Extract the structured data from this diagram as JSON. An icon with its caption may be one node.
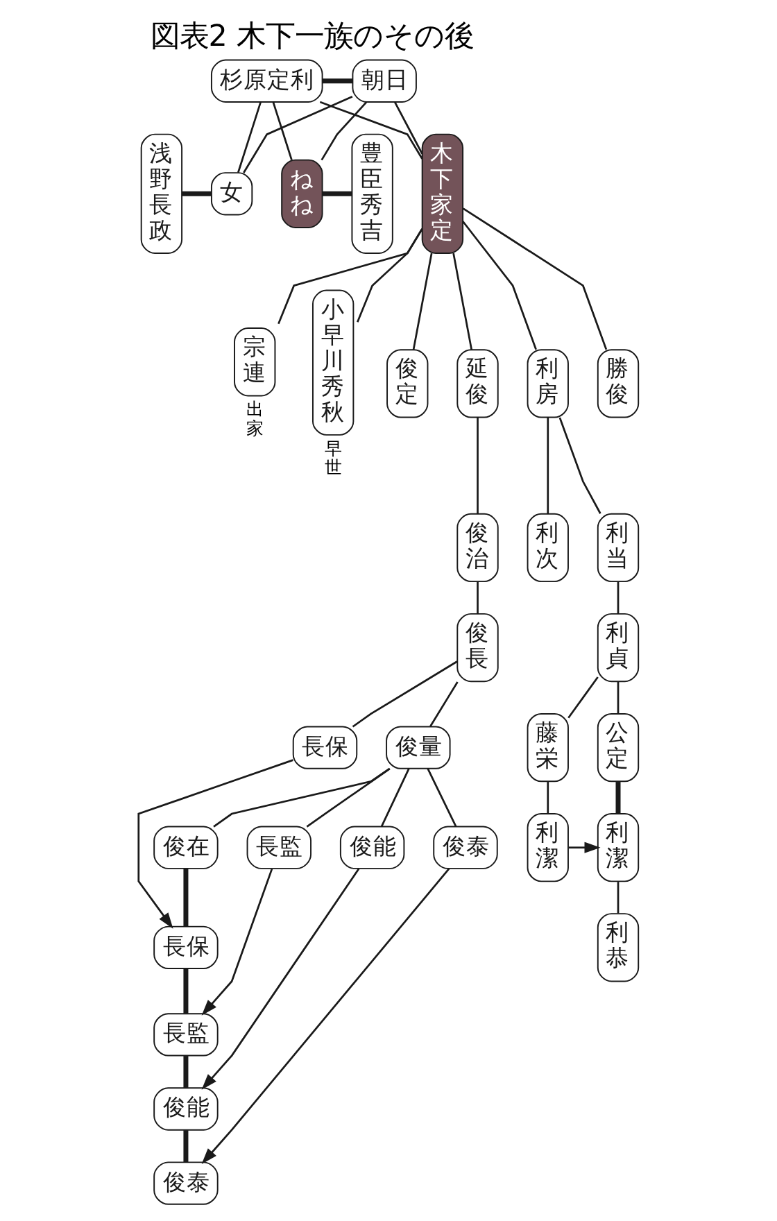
{
  "diagram": {
    "title": "図表2 木下一族のその後",
    "nodes": [
      {
        "text": [
          "杉原定利"
        ]
      },
      {
        "text": [
          "朝日"
        ]
      },
      {
        "text": [
          "浅野長政"
        ]
      },
      {
        "text": [
          "女"
        ]
      },
      {
        "text": [
          "ねね"
        ]
      },
      {
        "text": [
          "豊臣秀吉"
        ]
      },
      {
        "text": [
          "木下家定"
        ]
      },
      {
        "text": [
          "宗連"
        ],
        "beside": [
          "出家"
        ]
      },
      {
        "text": [
          "小早川秀秋"
        ],
        "beside": [
          "早世"
        ]
      },
      {
        "text": [
          "俊定"
        ]
      },
      {
        "text": [
          "延俊"
        ]
      },
      {
        "text": [
          "利房"
        ]
      },
      {
        "text": [
          "勝俊"
        ]
      },
      {
        "text": [
          "俊治"
        ]
      },
      {
        "text": [
          "利次"
        ]
      },
      {
        "text": [
          "利当"
        ]
      },
      {
        "text": [
          "俊長"
        ]
      },
      {
        "text": [
          "利貞"
        ]
      },
      {
        "text": [
          "長保"
        ]
      },
      {
        "text": [
          "俊量"
        ]
      },
      {
        "text": [
          "藤栄"
        ]
      },
      {
        "text": [
          "公定"
        ]
      },
      {
        "text": [
          "俊在"
        ]
      },
      {
        "text": [
          "長監"
        ]
      },
      {
        "text": [
          "俊能"
        ]
      },
      {
        "text": [
          "俊泰"
        ]
      },
      {
        "text": [
          "利潔"
        ]
      },
      {
        "text": [
          "利潔"
        ]
      },
      {
        "text": [
          "長保"
        ]
      },
      {
        "text": [
          "長監"
        ]
      },
      {
        "text": [
          "俊能"
        ]
      },
      {
        "text": [
          "俊泰"
        ]
      },
      {
        "text": [
          "利恭"
        ]
      }
    ],
    "edges": [
      {
        "from": 0,
        "to": 1,
        "arrow": "none",
        "style": "thick"
      },
      {
        "from": 0,
        "to": 3,
        "arrow": "none"
      },
      {
        "from": 1,
        "to": 3,
        "arrow": "none"
      },
      {
        "from": 0,
        "to": 4,
        "arrow": "none"
      },
      {
        "from": 1,
        "to": 4,
        "arrow": "none"
      },
      {
        "from": 0,
        "to": 6,
        "arrow": "none"
      },
      {
        "from": 1,
        "to": 6,
        "arrow": "none"
      },
      {
        "from": 2,
        "to": 3,
        "arrow": "none",
        "style": "thick"
      },
      {
        "from": 4,
        "to": 5,
        "arrow": "none",
        "style": "thick"
      },
      {
        "from": 6,
        "to": 7,
        "arrow": "none"
      },
      {
        "from": 6,
        "to": 8,
        "arrow": "none"
      },
      {
        "from": 6,
        "to": 9,
        "arrow": "none"
      },
      {
        "from": 6,
        "to": 10,
        "arrow": "none"
      },
      {
        "from": 6,
        "to": 11,
        "arrow": "none"
      },
      {
        "from": 6,
        "to": 12,
        "arrow": "none"
      },
      {
        "from": 10,
        "to": 13,
        "arrow": "none"
      },
      {
        "from": 11,
        "to": 14,
        "arrow": "none"
      },
      {
        "from": 11,
        "to": 15,
        "arrow": "none"
      },
      {
        "from": 13,
        "to": 16,
        "arrow": "none"
      },
      {
        "from": 15,
        "to": 17,
        "arrow": "none"
      },
      {
        "from": 16,
        "to": 18,
        "arrow": "none"
      },
      {
        "from": 16,
        "to": 19,
        "arrow": "none"
      },
      {
        "from": 17,
        "to": 20,
        "arrow": "none"
      },
      {
        "from": 17,
        "to": 21,
        "arrow": "none"
      },
      {
        "from": 19,
        "to": 22,
        "arrow": "none"
      },
      {
        "from": 19,
        "to": 23,
        "arrow": "none"
      },
      {
        "from": 19,
        "to": 24,
        "arrow": "none"
      },
      {
        "from": 19,
        "to": 25,
        "arrow": "none"
      },
      {
        "from": 20,
        "to": 26,
        "arrow": "none"
      },
      {
        "from": 21,
        "to": 27,
        "arrow": "none",
        "style": "thick"
      },
      {
        "from": 26,
        "to": 27,
        "arrow": "to"
      },
      {
        "from": 22,
        "to": 28,
        "arrow": "none",
        "style": "thick"
      },
      {
        "from": 18,
        "to": 28,
        "arrow": "to"
      },
      {
        "from": 28,
        "to": 29,
        "arrow": "none",
        "style": "thick"
      },
      {
        "from": 23,
        "to": 29,
        "arrow": "to"
      },
      {
        "from": 29,
        "to": 30,
        "arrow": "none",
        "style": "thick"
      },
      {
        "from": 24,
        "to": 30,
        "arrow": "to"
      },
      {
        "from": 30,
        "to": 31,
        "arrow": "none",
        "style": "thick"
      },
      {
        "from": 25,
        "to": 31,
        "arrow": "to"
      },
      {
        "from": 27,
        "to": 32,
        "arrow": "none"
      }
    ]
  }
}
